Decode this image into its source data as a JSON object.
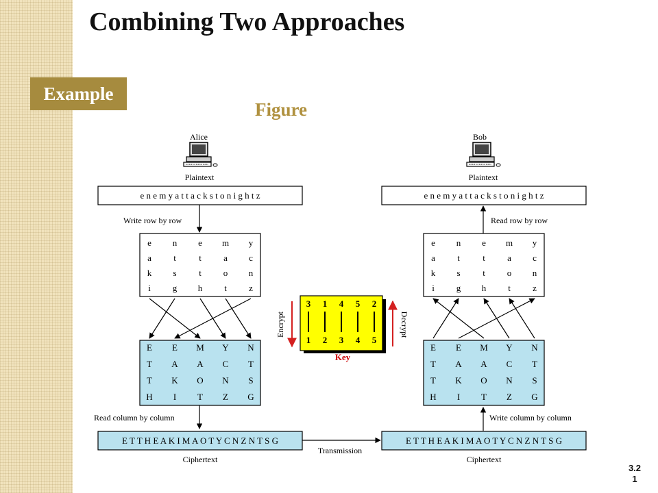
{
  "slide": {
    "title": "Combining Two Approaches",
    "badge": "Example",
    "figure_label": "Figure",
    "page_number_top": "3.2",
    "page_number_bottom": "1"
  },
  "diagram": {
    "alice_label": "Alice",
    "bob_label": "Bob",
    "plaintext_label": "Plaintext",
    "ciphertext_label": "Ciphertext",
    "plaintext": "e n e m y a t t a c k s t o n i g h t z",
    "ciphertext": "E T T H E A K I M A O T Y C N Z N T S G",
    "write_row_label": "Write row by row",
    "read_row_label": "Read row by row",
    "read_col_label": "Read column by column",
    "write_col_label": "Write column by column",
    "transmission_label": "Transmission",
    "encrypt_label": "Encrypt",
    "decrypt_label": "Decrypt",
    "key_label": "Key",
    "key_top": [
      "3",
      "1",
      "4",
      "5",
      "2"
    ],
    "key_bottom": [
      "1",
      "2",
      "3",
      "4",
      "5"
    ],
    "plain_grid": [
      [
        "e",
        "n",
        "e",
        "m",
        "y"
      ],
      [
        "a",
        "t",
        "t",
        "a",
        "c"
      ],
      [
        "k",
        "s",
        "t",
        "o",
        "n"
      ],
      [
        "i",
        "g",
        "h",
        "t",
        "z"
      ]
    ],
    "cipher_grid": [
      [
        "E",
        "E",
        "M",
        "Y",
        "N"
      ],
      [
        "T",
        "A",
        "A",
        "C",
        "T"
      ],
      [
        "T",
        "K",
        "O",
        "N",
        "S"
      ],
      [
        "H",
        "I",
        "T",
        "Z",
        "G"
      ]
    ],
    "colors": {
      "cipher_fill": "#b9e2ef",
      "key_fill": "#ffff00",
      "arrow_red": "#d42020",
      "key_label": "#cc0000"
    }
  }
}
